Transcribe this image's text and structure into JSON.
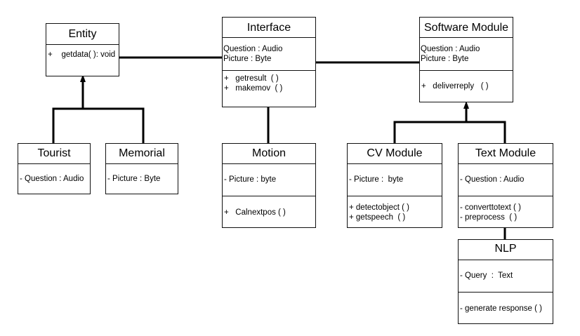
{
  "classes": {
    "entity": {
      "name": "Entity",
      "attributes": [],
      "methods": [
        "+    getdata( ): void"
      ]
    },
    "interface": {
      "name": "Interface",
      "attributes": [
        "Question : Audio",
        "Picture : Byte"
      ],
      "methods": [
        "+   getresult  ( )",
        "+   makemov  ( )"
      ]
    },
    "software_module": {
      "name": "Software Module",
      "attributes": [
        "Question : Audio",
        "Picture : Byte"
      ],
      "methods": [
        "+   deliverreply   ( )"
      ]
    },
    "tourist": {
      "name": "Tourist",
      "attributes": [
        "- Question : Audio"
      ],
      "methods": []
    },
    "memorial": {
      "name": "Memorial",
      "attributes": [
        "- Picture : Byte"
      ],
      "methods": []
    },
    "motion": {
      "name": "Motion",
      "attributes": [
        "- Picture : byte"
      ],
      "methods": [
        "+   Calnextpos ( )"
      ]
    },
    "cv_module": {
      "name": "CV Module",
      "attributes": [
        "- Picture :  byte"
      ],
      "methods": [
        "+ detectobject ( )",
        "+ getspeech  ( )"
      ]
    },
    "text_module": {
      "name": "Text Module",
      "attributes": [
        "- Question : Audio"
      ],
      "methods": [
        "- converttotext ( )",
        "- preprocess  ( )"
      ]
    },
    "nlp": {
      "name": "NLP",
      "attributes": [
        "- Query  :  Text"
      ],
      "methods": [
        "- generate response ( )"
      ]
    }
  },
  "relationships": [
    {
      "type": "generalization",
      "from": "tourist",
      "to": "entity"
    },
    {
      "type": "generalization",
      "from": "memorial",
      "to": "entity"
    },
    {
      "type": "association",
      "from": "entity",
      "to": "interface"
    },
    {
      "type": "association",
      "from": "interface",
      "to": "software_module"
    },
    {
      "type": "association",
      "from": "interface",
      "to": "motion"
    },
    {
      "type": "generalization",
      "from": "cv_module",
      "to": "software_module"
    },
    {
      "type": "generalization",
      "from": "text_module",
      "to": "software_module"
    },
    {
      "type": "association",
      "from": "text_module",
      "to": "nlp"
    }
  ]
}
